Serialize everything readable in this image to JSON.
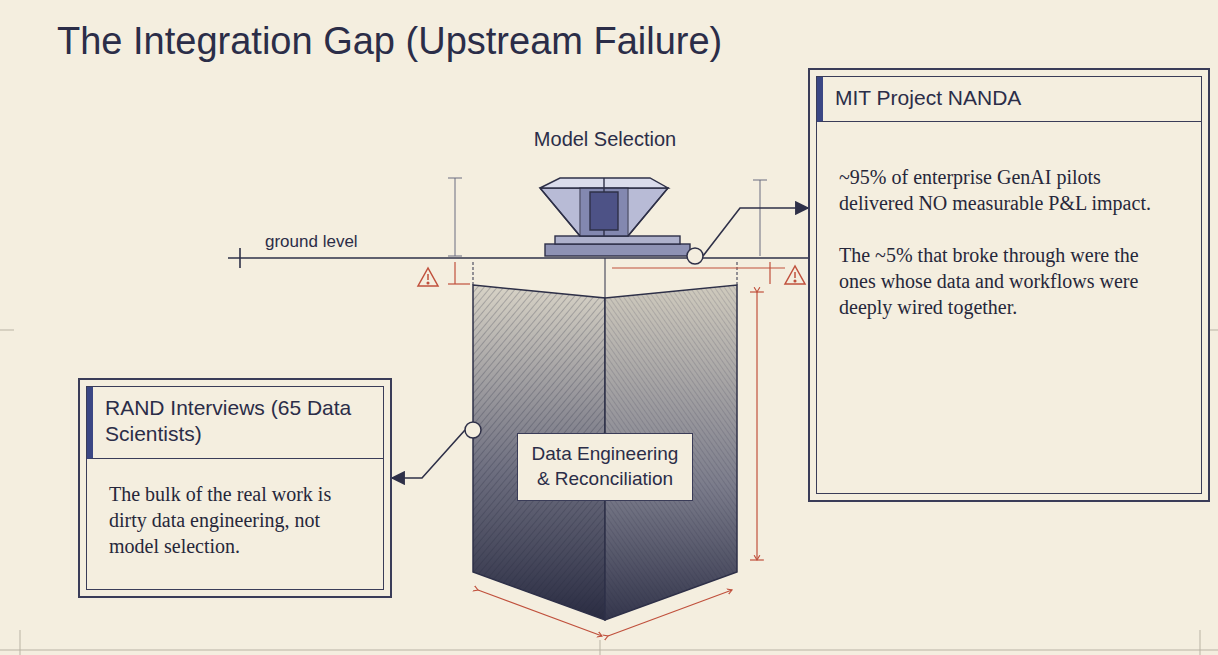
{
  "diagram": {
    "title": "The Integration Gap (Upstream Failure)",
    "nodes": [
      {
        "text": [
          "Model Selection"
        ]
      },
      {
        "text": [
          "Data Engineering & Reconciliation"
        ]
      },
      {
        "text": [
          "MIT Project NANDA",
          "~95% of enterprise GenAI pilots delivered NO measurable P&L impact.",
          "The ~5% that broke through were the ones whose data and workflows were deeply wired together."
        ]
      },
      {
        "text": [
          "RAND Interviews (65 Data Scientists)",
          "The bulk of the real work is dirty data engineering, not model selection."
        ]
      }
    ],
    "edges": [
      {
        "from": 0,
        "to": 2,
        "arrow": "to"
      },
      {
        "from": 1,
        "to": 3,
        "arrow": "to"
      }
    ],
    "labels": [
      "ground level"
    ]
  }
}
